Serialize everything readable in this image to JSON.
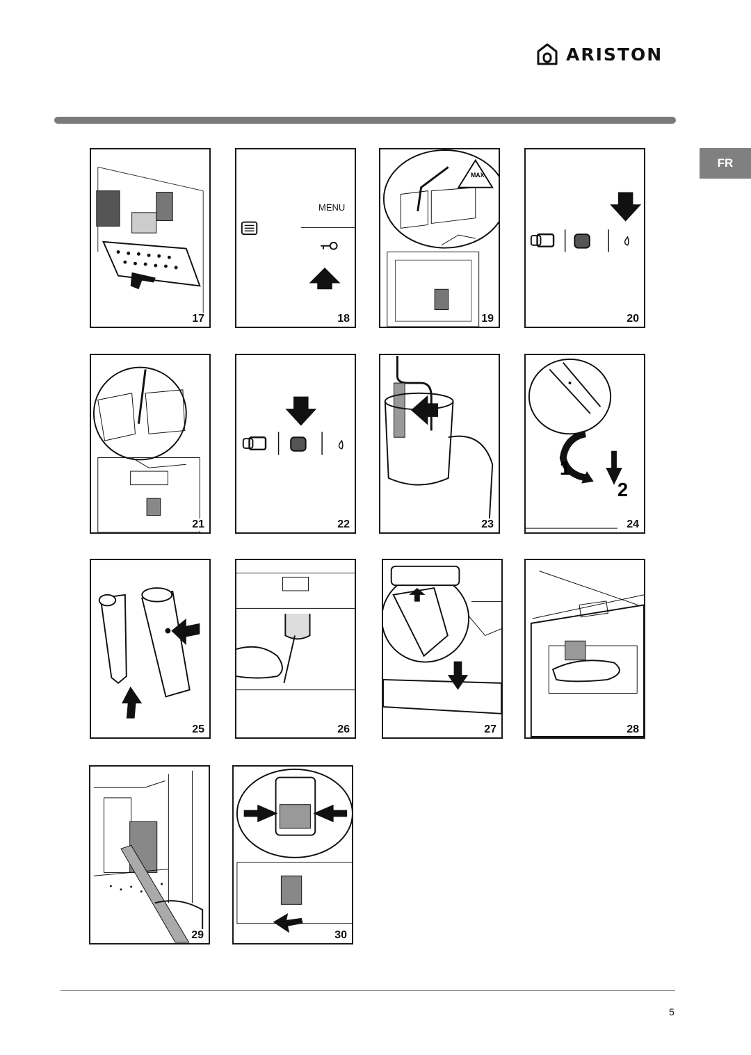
{
  "brand": {
    "name": "ARISTON"
  },
  "language_tab": "FR",
  "figures": [
    {
      "number": "17"
    },
    {
      "number": "18",
      "menu_label": "MENU"
    },
    {
      "number": "19",
      "warning_text": "MAX"
    },
    {
      "number": "20"
    },
    {
      "number": "21"
    },
    {
      "number": "22"
    },
    {
      "number": "23"
    },
    {
      "number": "24",
      "step_1": "1",
      "step_2": "2"
    },
    {
      "number": "25"
    },
    {
      "number": "26"
    },
    {
      "number": "27"
    },
    {
      "number": "28"
    },
    {
      "number": "29"
    },
    {
      "number": "30"
    }
  ],
  "page_number": "5"
}
